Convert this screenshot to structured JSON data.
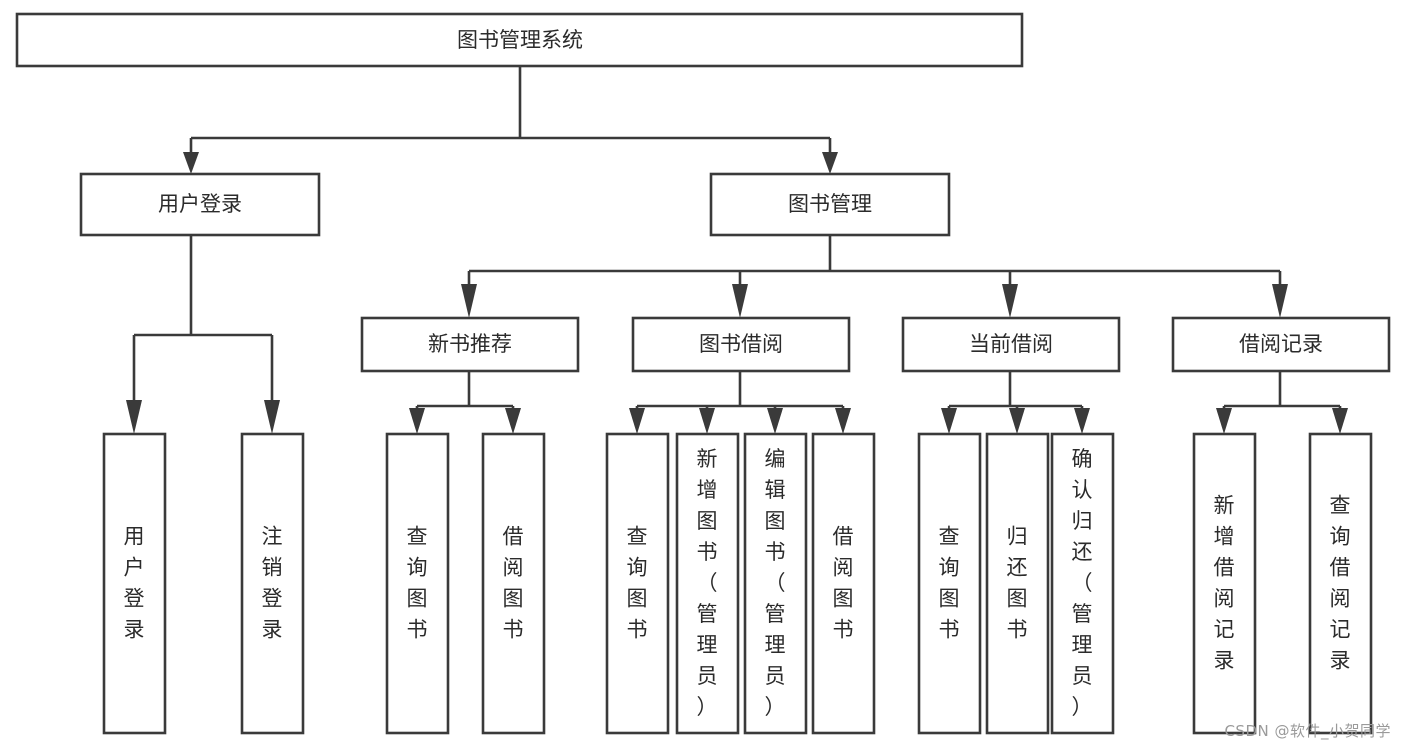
{
  "diagram": {
    "title": "图书管理系统",
    "type": "tree",
    "colors": {
      "stroke": "#3a3a3a",
      "fill": "#ffffff",
      "text": "#2b2b2b",
      "watermark": "#9a9a9a"
    },
    "levels": [
      {
        "level": 1,
        "nodes": [
          {
            "id": "root",
            "label": "图书管理系统",
            "orientation": "horizontal"
          }
        ]
      },
      {
        "level": 2,
        "nodes": [
          {
            "id": "user-login",
            "label": "用户登录",
            "orientation": "horizontal",
            "parent": "root"
          },
          {
            "id": "book-manage",
            "label": "图书管理",
            "orientation": "horizontal",
            "parent": "root"
          }
        ]
      },
      {
        "level": 3,
        "nodes": [
          {
            "id": "new-book-rec",
            "label": "新书推荐",
            "orientation": "horizontal",
            "parent": "book-manage"
          },
          {
            "id": "book-borrow",
            "label": "图书借阅",
            "orientation": "horizontal",
            "parent": "book-manage"
          },
          {
            "id": "current-borrow",
            "label": "当前借阅",
            "orientation": "horizontal",
            "parent": "book-manage"
          },
          {
            "id": "borrow-record",
            "label": "借阅记录",
            "orientation": "horizontal",
            "parent": "book-manage"
          }
        ]
      },
      {
        "level": 4,
        "nodes": [
          {
            "id": "leaf-user-login",
            "label": "用户登录",
            "orientation": "vertical",
            "parent": "user-login"
          },
          {
            "id": "leaf-logout",
            "label": "注销登录",
            "orientation": "vertical",
            "parent": "user-login"
          },
          {
            "id": "leaf-query-book-1",
            "label": "查询图书",
            "orientation": "vertical",
            "parent": "new-book-rec"
          },
          {
            "id": "leaf-borrow-book-1",
            "label": "借阅图书",
            "orientation": "vertical",
            "parent": "new-book-rec"
          },
          {
            "id": "leaf-query-book-2",
            "label": "查询图书",
            "orientation": "vertical",
            "parent": "book-borrow"
          },
          {
            "id": "leaf-add-book",
            "label": "新增图书（管理员）",
            "orientation": "vertical",
            "parent": "book-borrow"
          },
          {
            "id": "leaf-edit-book",
            "label": "编辑图书（管理员）",
            "orientation": "vertical",
            "parent": "book-borrow"
          },
          {
            "id": "leaf-borrow-book-2",
            "label": "借阅图书",
            "orientation": "vertical",
            "parent": "book-borrow"
          },
          {
            "id": "leaf-query-book-3",
            "label": "查询图书",
            "orientation": "vertical",
            "parent": "current-borrow"
          },
          {
            "id": "leaf-return-book",
            "label": "归还图书",
            "orientation": "vertical",
            "parent": "current-borrow"
          },
          {
            "id": "leaf-confirm-return",
            "label": "确认归还（管理员）",
            "orientation": "vertical",
            "parent": "current-borrow"
          },
          {
            "id": "leaf-add-record",
            "label": "新增借阅记录",
            "orientation": "vertical",
            "parent": "borrow-record"
          },
          {
            "id": "leaf-query-record",
            "label": "查询借阅记录",
            "orientation": "vertical",
            "parent": "borrow-record"
          }
        ]
      }
    ]
  },
  "watermark": {
    "text": "CSDN @软件_小贺同学"
  }
}
